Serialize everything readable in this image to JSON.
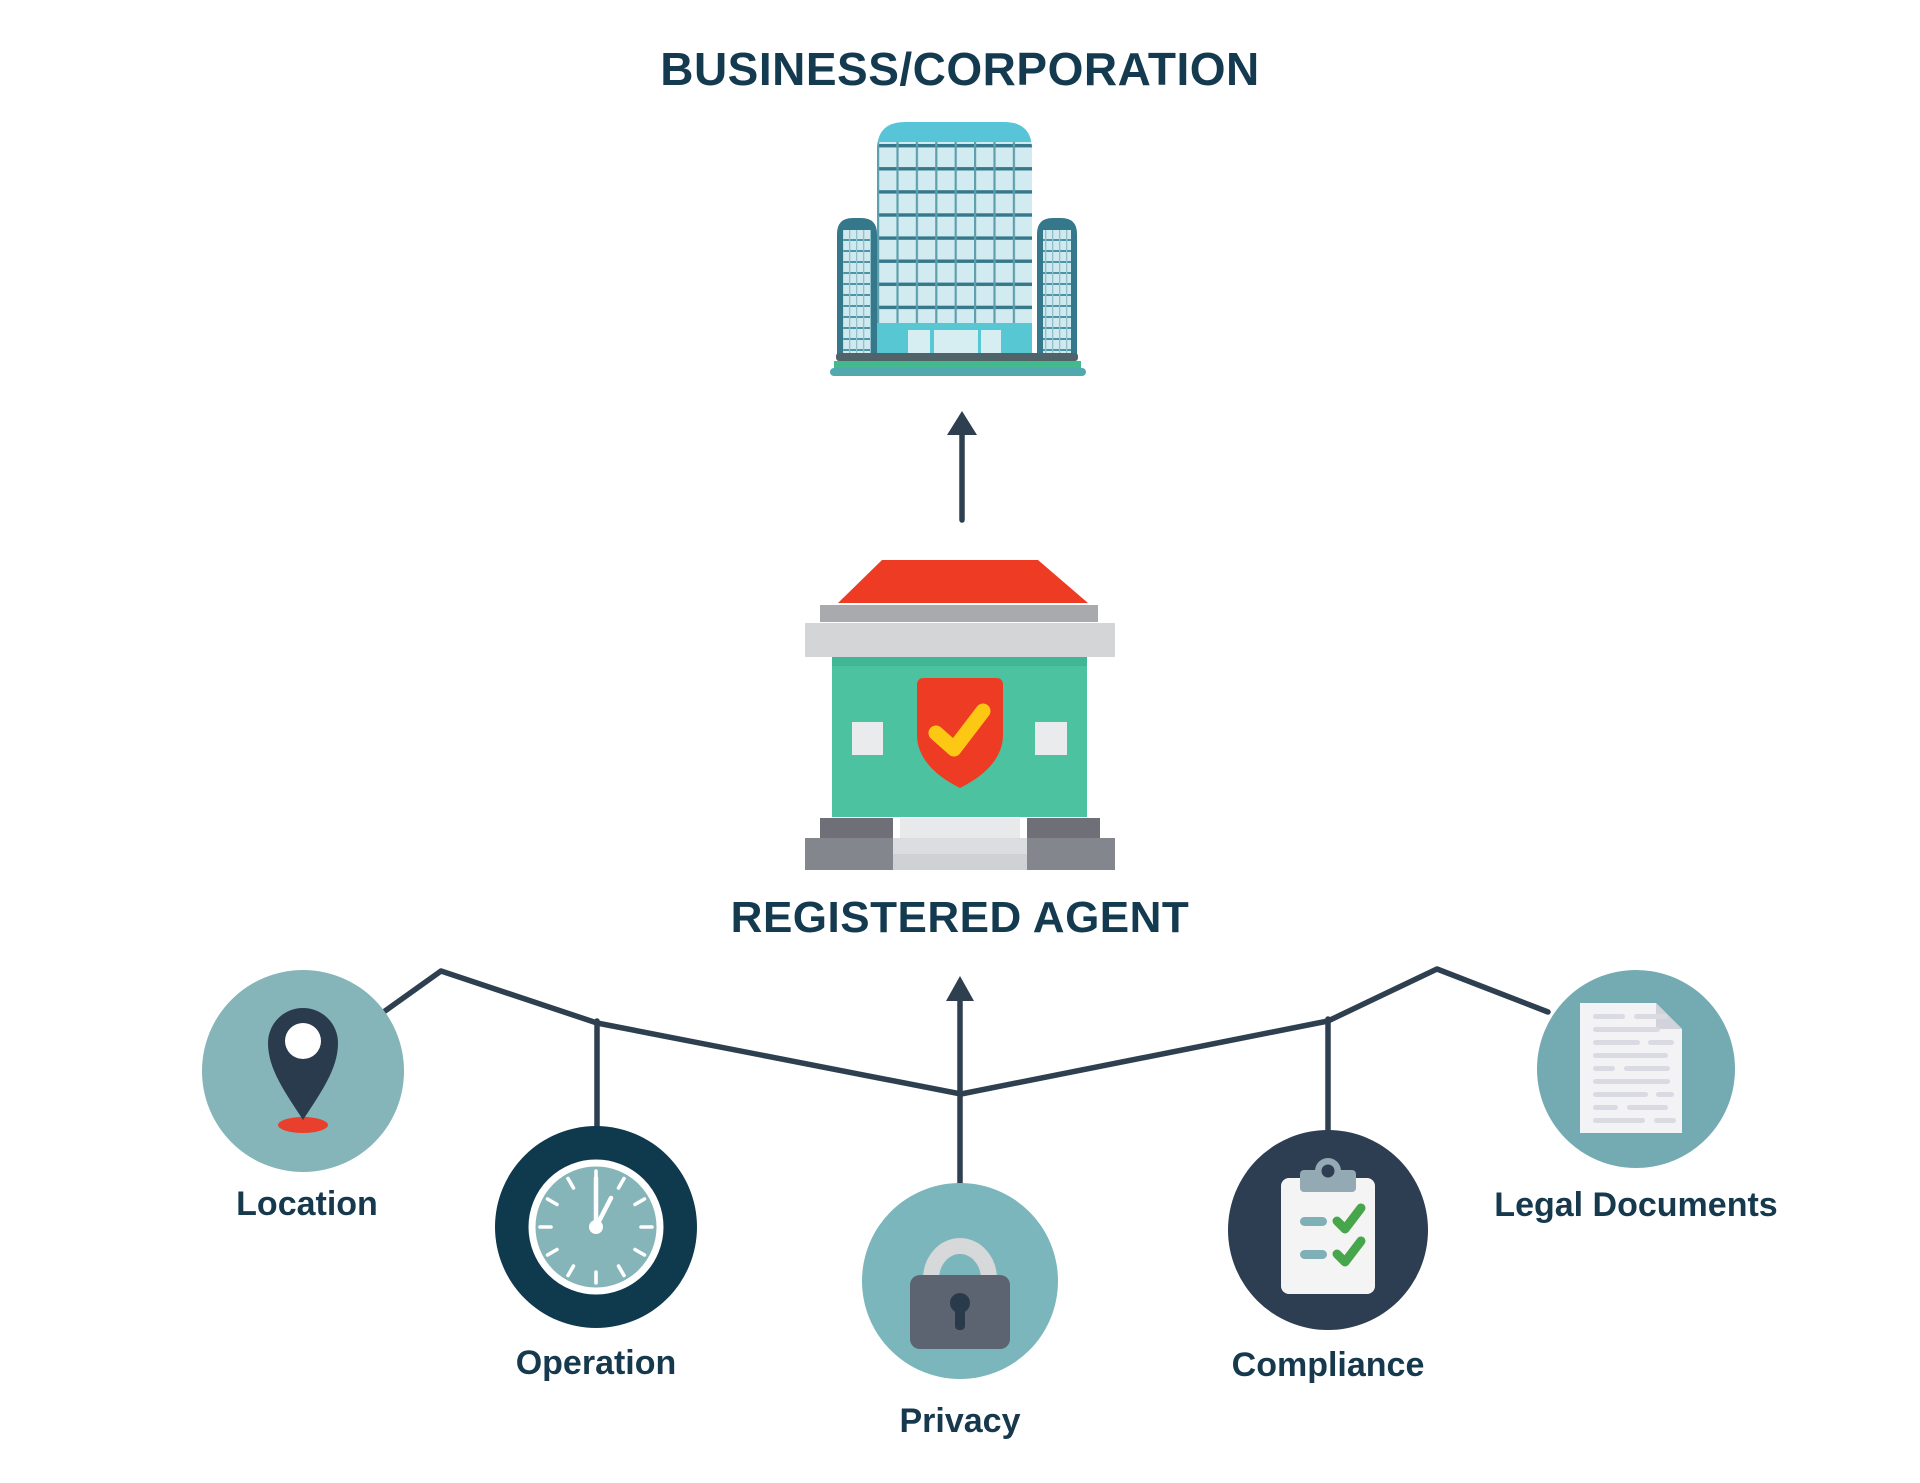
{
  "title": "BUSINESS/CORPORATION",
  "registered_agent_label": "REGISTERED AGENT",
  "nodes": [
    {
      "label": "Location",
      "icon": "location-pin-icon"
    },
    {
      "label": "Operation",
      "icon": "clock-icon"
    },
    {
      "label": "Privacy",
      "icon": "padlock-icon"
    },
    {
      "label": "Compliance",
      "icon": "clipboard-checklist-icon"
    },
    {
      "label": "Legal Documents",
      "icon": "document-icon"
    }
  ],
  "colors": {
    "text_navy": "#143a50",
    "connector_navy": "#2e3f50",
    "teal_circle": "#85b4b9",
    "dark_teal_circle": "#0f3a4e",
    "navy_circle": "#2d3e53",
    "legal_teal_circle": "#74abb3",
    "agent_roof_red": "#ee3b24",
    "agent_body_green": "#4cc2a0",
    "shield_check_yellow": "#fdc813",
    "building_cap_cyan": "#58c4d8",
    "building_window_blue": "#d2ebf0",
    "ground_green": "#45b98e",
    "pin_red": "#e8402c",
    "list_check_green": "#47a64b"
  }
}
